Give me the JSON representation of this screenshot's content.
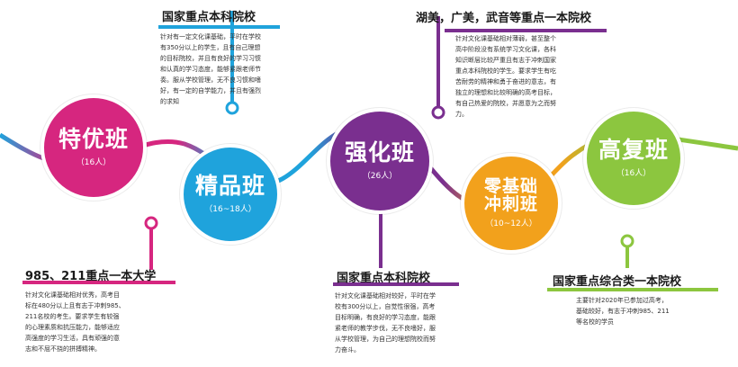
{
  "colors": {
    "magenta": "#d6267f",
    "blue": "#1fa3dc",
    "purple": "#7a2f8f",
    "orange": "#f2a11c",
    "green": "#8cc63f"
  },
  "circles": {
    "tey": {
      "name": "特优班",
      "count": "（16人）"
    },
    "jp": {
      "name": "精品班",
      "count": "（16~18人）"
    },
    "qh": {
      "name": "强化班",
      "count": "（26人）"
    },
    "ljc": {
      "name_line1": "零基础",
      "name_line2": "冲刺班",
      "count": "（10~12人）"
    },
    "gf": {
      "name": "高复班",
      "count": "（16人）"
    }
  },
  "blocks": {
    "top1": {
      "title": "国家重点本科院校",
      "lines": [
        "针对有一定文化课基础，平时在学校",
        "有350分以上的学生，且有自己理想",
        "的目标院校，并且有良好的学习习惯",
        "和认真的学习态度，能够紧跟老师节",
        "奏。服从学校管理，无不良习惯和嗜",
        "好，有一定的自学能力，并且有强烈",
        "的求知"
      ]
    },
    "top2": {
      "title": "湖美，广美，武音等重点一本院校",
      "lines": [
        "针对文化课基础相对薄弱，甚至整个",
        "高中阶段没有系统学习文化课，各科",
        "知识断层比较严重且有志于冲刺国家",
        "重点本科院校的学生。要求学生有吃",
        "苦耐劳的精神和勇于奋进的意志，有",
        "独立的理想和比较明确的高考目标，",
        "有自己热爱的院校，并愿意为之而努",
        "力。"
      ]
    },
    "bot1": {
      "title": "985、211重点一本大学",
      "lines": [
        "针对文化课基础相对优秀，高考目",
        "标在480分以上且有志于冲刺985、",
        "211名校的考生。要求学生有较强",
        "的心理素质和抗压能力，能够适应",
        "高强度的学习生活，具有顽强的意",
        "志和不屈不挠的拼搏精神。"
      ]
    },
    "bot2": {
      "title": "国家重点本科院校",
      "lines": [
        "针对文化课基础相对较好，平时在学",
        "校有300分以上，自觉性很强，高考",
        "目标明确，有良好的学习态度，能跟",
        "紧老师的教学步伐，无不良嗜好，服",
        "从学校管理，为自己的理想院校而努",
        "力奋斗。"
      ]
    },
    "bot3": {
      "title": "国家重点综合类一本院校",
      "lines": [
        "主要针对2020年已参加过高考，",
        "基础较好，有志于冲刺985、211",
        "等名校的学员"
      ]
    }
  }
}
